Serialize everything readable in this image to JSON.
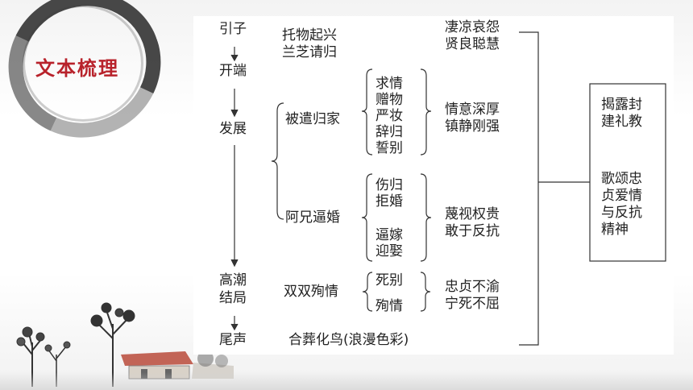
{
  "badge": {
    "title": "文本梳理"
  },
  "stages": {
    "intro": "引子",
    "start": "开端",
    "development": "发展",
    "climax": "高潮",
    "ending": "结局",
    "epilogue": "尾声"
  },
  "events": {
    "intro": [
      "托物起兴",
      "兰芝请归"
    ],
    "branch1": "被遣归家",
    "branch2": "阿兄逼婚",
    "climax": "双双殉情",
    "epilogue": "合葬化鸟(浪漫色彩)"
  },
  "details": {
    "branch1": [
      "求情",
      "赠物",
      "严妆",
      "辞归",
      "誓别"
    ],
    "branch2a": [
      "伤归",
      "拒婚"
    ],
    "branch2b": [
      "逼嫁",
      "迎娶"
    ],
    "climax_a": "死别",
    "climax_b": "殉情"
  },
  "emotions": {
    "intro": [
      "凄凉哀怨",
      "贤良聪慧"
    ],
    "branch1": [
      "情意深厚",
      "镇静刚强"
    ],
    "branch2": [
      "蔑视权贵",
      "敢于反抗"
    ],
    "climax": [
      "忠贞不渝",
      "宁死不屈"
    ]
  },
  "theme": {
    "part1": [
      "揭露封",
      "建礼教"
    ],
    "part2": [
      "歌颂忠",
      "贞爱情",
      "与反抗",
      "精神"
    ]
  }
}
